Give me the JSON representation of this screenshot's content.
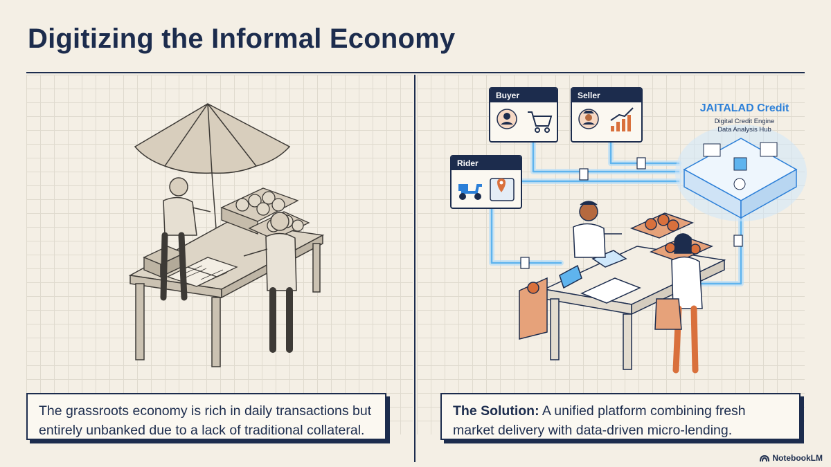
{
  "header": {
    "title": "Digitizing the Informal Economy"
  },
  "left_panel": {
    "caption": "The grassroots economy is rich in daily transactions but entirely unbanked due to a lack of traditional collateral."
  },
  "right_panel": {
    "cards": {
      "buyer": "Buyer",
      "seller": "Seller",
      "rider": "Rider"
    },
    "hub": {
      "title": "JAITALAD Credit",
      "line1": "Digital Credit Engine",
      "line2": "Data Analysis Hub"
    },
    "caption_bold": "The Solution:",
    "caption_rest": " A unified platform combining fresh market delivery with data-driven micro-lending."
  },
  "footer": {
    "brand": "NotebookLM"
  },
  "colors": {
    "navy": "#1c2c4d",
    "flow_blue": "#5fb4ee",
    "accent_orange": "#e07a4a"
  },
  "icons": [
    "buyer-avatar-icon",
    "cart-icon",
    "seller-avatar-icon",
    "growth-chart-icon",
    "scooter-icon",
    "map-pin-icon",
    "document-icon",
    "notebook-logo-icon"
  ]
}
